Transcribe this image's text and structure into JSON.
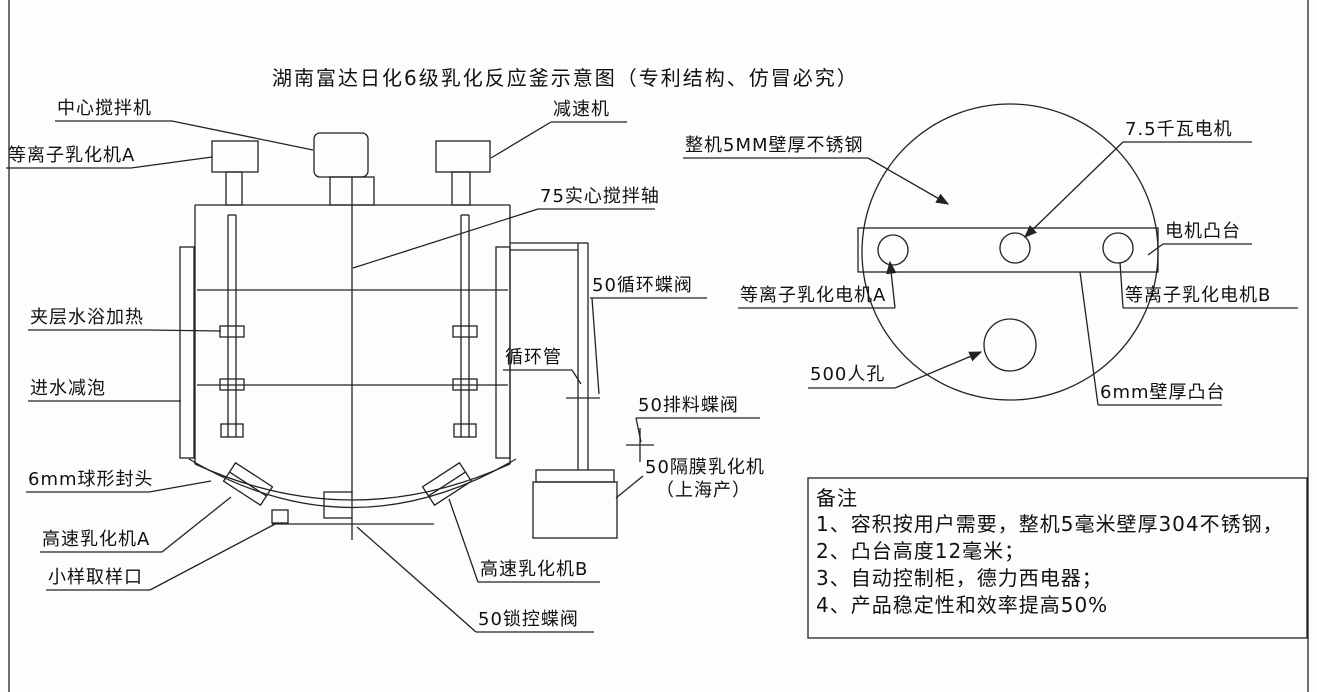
{
  "title": "湖南富达日化6级乳化反应釜示意图（专利结构、仿冒必究）",
  "side_view": {
    "center_mixer": "中心搅拌机",
    "reducer": "减速机",
    "plasma_emulsifier_a": "等离子乳化机A",
    "solid_shaft": "75实心搅拌轴",
    "circulation_valve": "50循环蝶阀",
    "jacket_heating": "夹层水浴加热",
    "circulation_pipe": "循环管",
    "water_inlet_defoam": "进水减泡",
    "discharge_valve": "50排料蝶阀",
    "diaphragm_emulsifier": "50隔膜乳化机",
    "diaphragm_emulsifier_note": "（上海产）",
    "spherical_head": "6mm球形封头",
    "high_speed_emulsifier_a": "高速乳化机A",
    "sample_port": "小样取样口",
    "high_speed_emulsifier_b": "高速乳化机B",
    "lock_valve": "50锁控蝶阀"
  },
  "top_view": {
    "shell": "整机5MM壁厚不锈钢",
    "motor": "7.5千瓦电机",
    "motor_boss": "电机凸台",
    "plasma_motor_a": "等离子乳化电机A",
    "plasma_motor_b": "等离子乳化电机B",
    "manhole": "500人孔",
    "wall_boss": "6mm壁厚凸台"
  },
  "notes": {
    "heading": "备注",
    "items": [
      "1、容积按用户需要，整机5毫米壁厚304不锈钢，",
      "2、凸台高度12毫米；",
      "3、自动控制柜，德力西电器；",
      "4、产品稳定性和效率提高50%"
    ]
  }
}
